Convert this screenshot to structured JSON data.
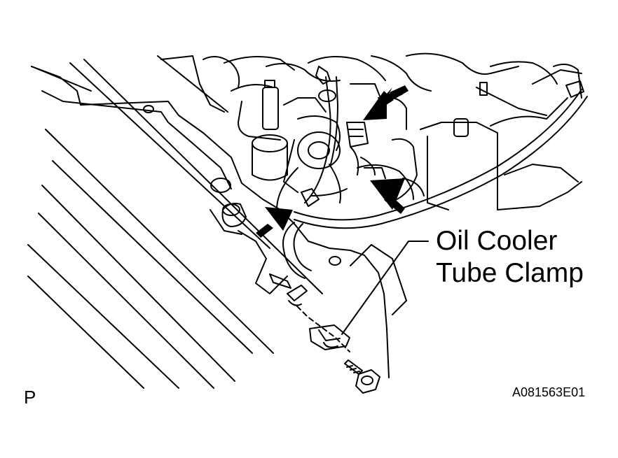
{
  "callout": {
    "line1": "Oil Cooler",
    "line2": "Tube Clamp"
  },
  "view_code": "P",
  "figure_id": "A081563E01"
}
